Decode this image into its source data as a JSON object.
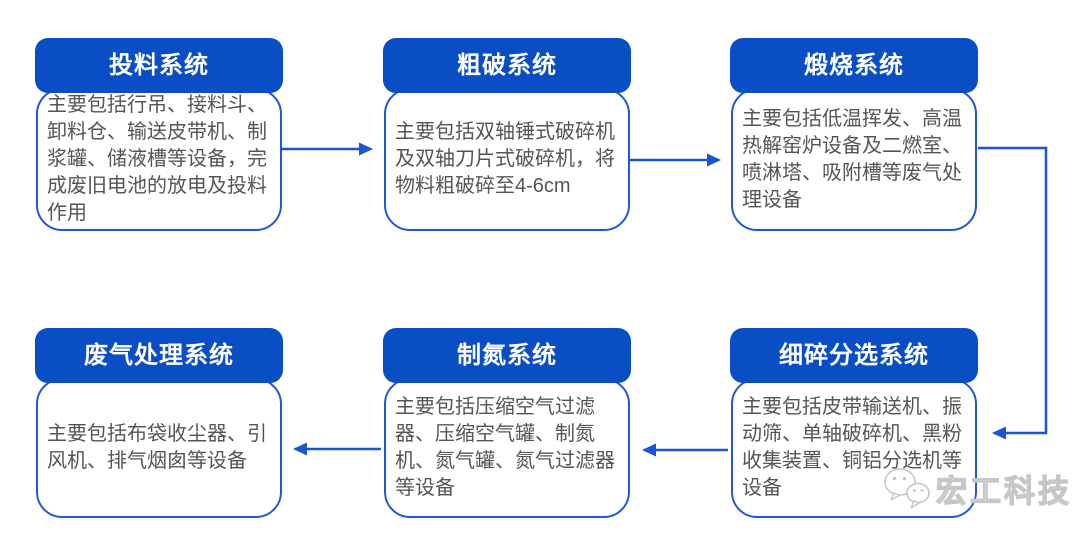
{
  "colors": {
    "title_background": "#0A4EC6",
    "title_text": "#FFFFFF",
    "box_border": "#2058CF",
    "arrow": "#1B55CB",
    "body_text": "#555555",
    "watermark": "#C6C6C6"
  },
  "boxes": [
    {
      "id": "feeding",
      "title": "投料系统",
      "body": "主要包括行吊、接料斗、卸料仓、输送皮带机、制浆罐、储液槽等设备，完成废旧电池的放电及投料作用"
    },
    {
      "id": "coarse-crushing",
      "title": "粗破系统",
      "body": "主要包括双轴锤式破碎机及双轴刀片式破碎机，将物料粗破碎至4-6cm"
    },
    {
      "id": "calcination",
      "title": "煅烧系统",
      "body": "主要包括低温挥发、高温热解窑炉设备及二燃室、喷淋塔、吸附槽等废气处理设备"
    },
    {
      "id": "waste-gas-treatment",
      "title": "废气处理系统",
      "body": "主要包括布袋收尘器、引风机、排气烟囱等设备"
    },
    {
      "id": "nitrogen-generation",
      "title": "制氮系统",
      "body": "主要包括压缩空气过滤器、压缩空气罐、制氮机、氮气罐、氮气过滤器等设备"
    },
    {
      "id": "fine-crushing-sorting",
      "title": "细碎分选系统",
      "body": "主要包括皮带输送机、振动筛、单轴破碎机、黑粉收集装置、铜铝分选机等设备"
    }
  ],
  "flow": [
    {
      "from": "feeding",
      "to": "coarse-crushing"
    },
    {
      "from": "coarse-crushing",
      "to": "calcination"
    },
    {
      "from": "calcination",
      "to": "fine-crushing-sorting"
    },
    {
      "from": "fine-crushing-sorting",
      "to": "nitrogen-generation"
    },
    {
      "from": "nitrogen-generation",
      "to": "waste-gas-treatment"
    }
  ],
  "watermark": {
    "text": "宏工科技",
    "icon": "wechat-icon"
  }
}
